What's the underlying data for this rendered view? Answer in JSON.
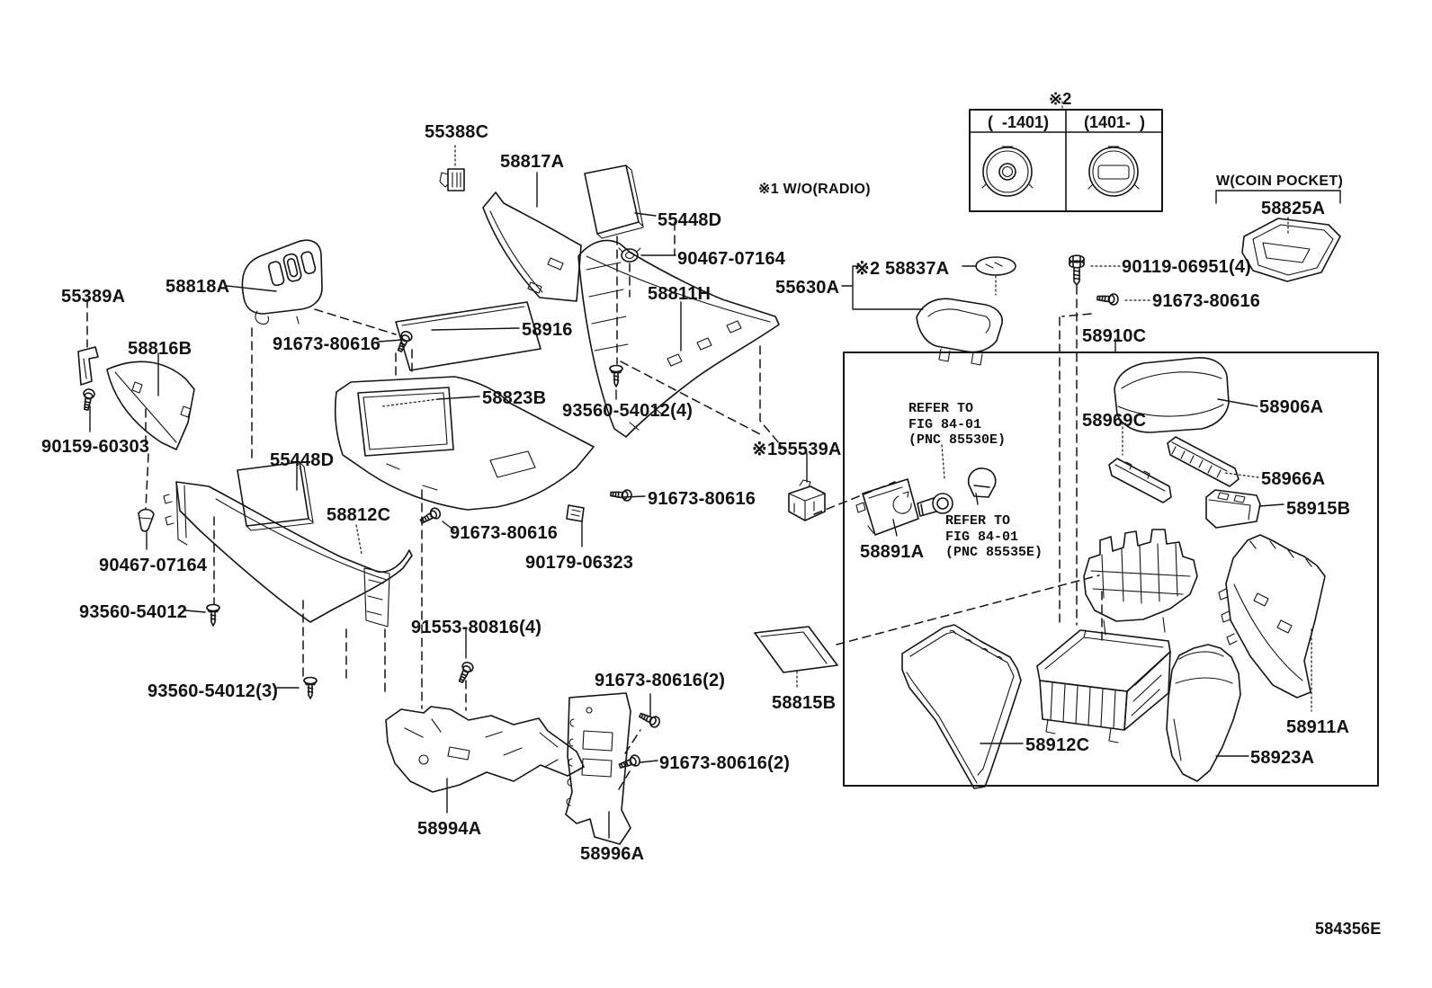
{
  "figure": {
    "code": "584356E"
  },
  "notes": {
    "radio": "※1 W/O(RADIO)",
    "variant_mark": "※2",
    "coin_pocket": "W(COIN POCKET)"
  },
  "variant_table": {
    "left_range": "(  -1401)",
    "right_range": "(1401-  )"
  },
  "refer1": {
    "l1": "REFER TO",
    "l2": "FIG 84-01",
    "l3": "(PNC 85530E)"
  },
  "refer2": {
    "l1": "REFER TO",
    "l2": "FIG 84-01",
    "l3": "(PNC 85535E)"
  },
  "labels": {
    "p55388C": "55388C",
    "p58817A": "58817A",
    "p55448D_top": "55448D",
    "p90467_top": "90467-07164",
    "p58811H": "58811H",
    "p58916": "58916",
    "p55389A": "55389A",
    "p58818A": "58818A",
    "p58816B": "58816B",
    "p91673_1": "91673-80616",
    "p90159": "90159-60303",
    "p58823B": "58823B",
    "p93560_4": "93560-54012(4)",
    "p55448D_side": "55448D",
    "p58812C": "58812C",
    "p91673_2": "91673-80616",
    "p91673_3": "91673-80616",
    "p90179": "90179-06323",
    "p90467_side": "90467-07164",
    "p93560": "93560-54012",
    "p93560_3": "93560-54012(3)",
    "p91553_4": "91553-80816(4)",
    "p58994A": "58994A",
    "p91673_2a": "91673-80616(2)",
    "p91673_2b": "91673-80616(2)",
    "p58996A": "58996A",
    "p58837A": "※2 58837A",
    "p55630A": "55630A",
    "p90119_4": "90119-06951(4)",
    "p91673_4": "91673-80616",
    "p58910C": "58910C",
    "p155539A": "※155539A",
    "p58891A": "58891A",
    "p58969C": "58969C",
    "p58906A": "58906A",
    "p58966A": "58966A",
    "p58915B": "58915B",
    "p58815B": "58815B",
    "p58912C": "58912C",
    "p58911A": "58911A",
    "p58923A": "58923A",
    "p58825A": "58825A"
  }
}
